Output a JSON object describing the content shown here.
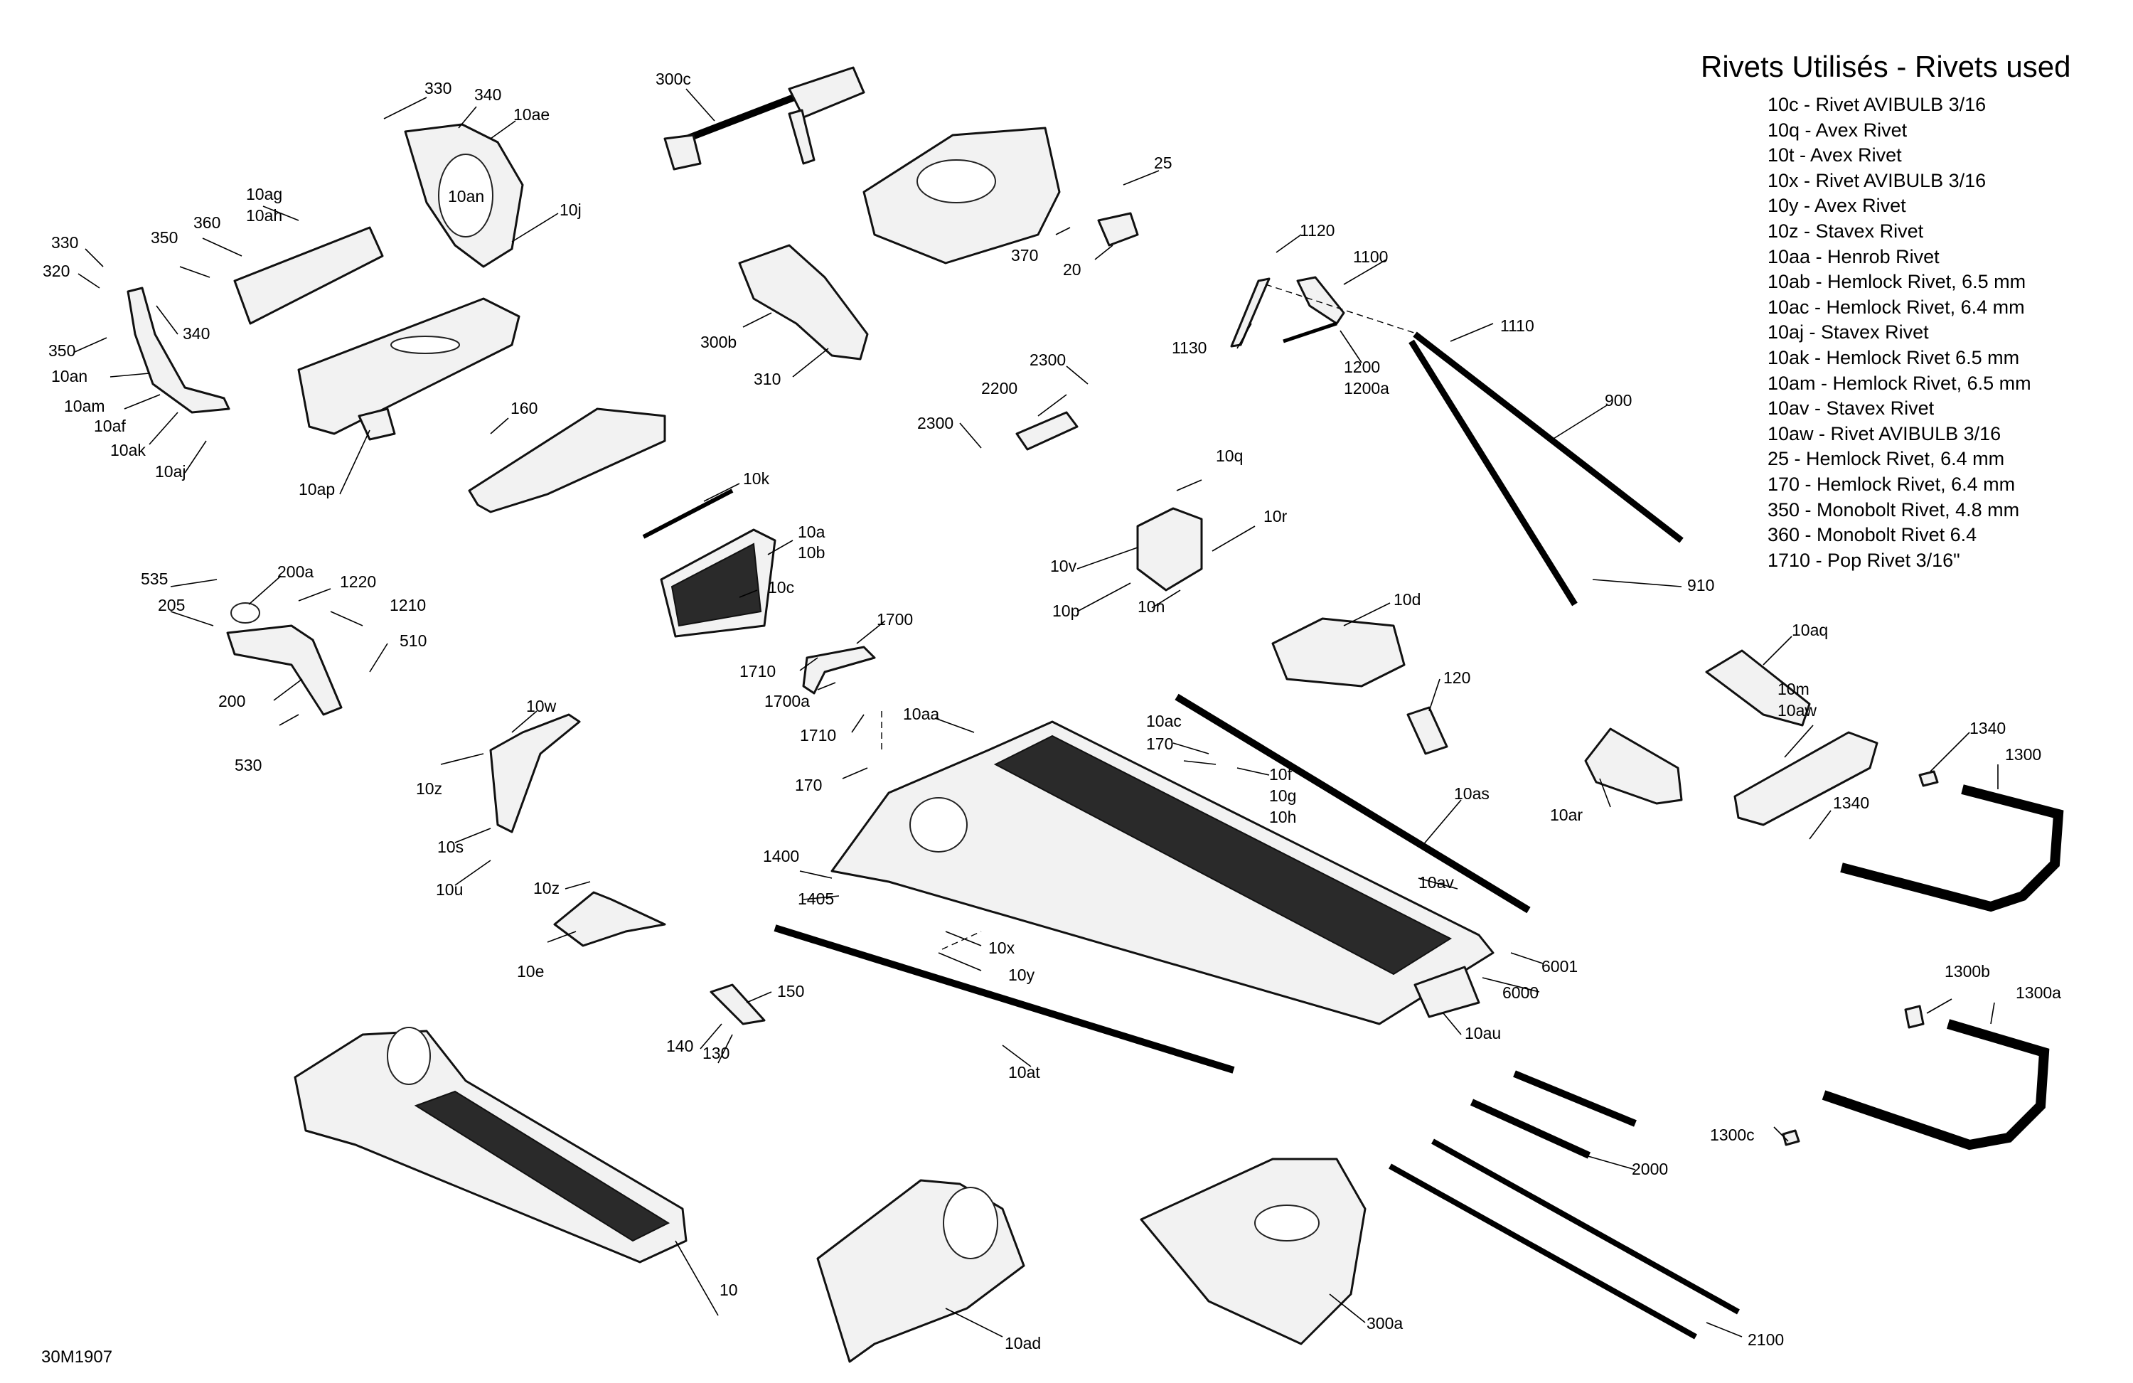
{
  "legend": {
    "title": "Rivets Utilisés - Rivets used",
    "items": [
      "10c - Rivet AVIBULB 3/16",
      "10q - Avex Rivet",
      "10t - Avex Rivet",
      "10x - Rivet AVIBULB 3/16",
      "10y - Avex Rivet",
      "10z - Stavex Rivet",
      "10aa - Henrob Rivet",
      "10ab - Hemlock Rivet, 6.5 mm",
      "10ac - Hemlock Rivet, 6.4 mm",
      "10aj - Stavex Rivet",
      "10ak - Hemlock Rivet 6.5 mm",
      "10am - Hemlock Rivet, 6.5 mm",
      "10av - Stavex Rivet",
      "10aw - Rivet AVIBULB 3/16",
      "25 - Hemlock Rivet, 6.4 mm",
      "170 - Hemlock Rivet, 6.4 mm",
      "350 - Monobolt Rivet, 4.8 mm",
      "360 - Monobolt Rivet 6.4",
      "1710 - Pop Rivet 3/16\""
    ]
  },
  "drawing_code": "30M1907",
  "callouts": [
    "330",
    "340",
    "10ae",
    "10an",
    "10j",
    "10ag",
    "10ah",
    "360",
    "350",
    "330",
    "320",
    "340",
    "350",
    "10an",
    "10am",
    "10af",
    "10ak",
    "10aj",
    "10ap",
    "160",
    "300c",
    "25",
    "370",
    "20",
    "300b",
    "310",
    "1120",
    "1100",
    "1130",
    "1200",
    "1200a",
    "1110",
    "900",
    "2300",
    "2200",
    "2300",
    "10k",
    "10a",
    "10b",
    "10c",
    "10q",
    "10r",
    "10v",
    "10p",
    "10n",
    "910",
    "535",
    "200a",
    "1220",
    "1210",
    "205",
    "510",
    "200",
    "530",
    "1700",
    "1710",
    "1700a",
    "1710",
    "10d",
    "120",
    "10aq",
    "10m",
    "10aw",
    "1340",
    "1300",
    "1340",
    "10w",
    "10z",
    "10s",
    "10u",
    "10aa",
    "170",
    "10ac",
    "170",
    "10f",
    "10g",
    "10h",
    "10as",
    "10ar",
    "10z",
    "10e",
    "1400",
    "1405",
    "10av",
    "6001",
    "6000",
    "10x",
    "10y",
    "150",
    "140",
    "130",
    "10au",
    "10at",
    "1300b",
    "1300a",
    "1300c",
    "2000",
    "10",
    "10ad",
    "300a",
    "2100"
  ]
}
